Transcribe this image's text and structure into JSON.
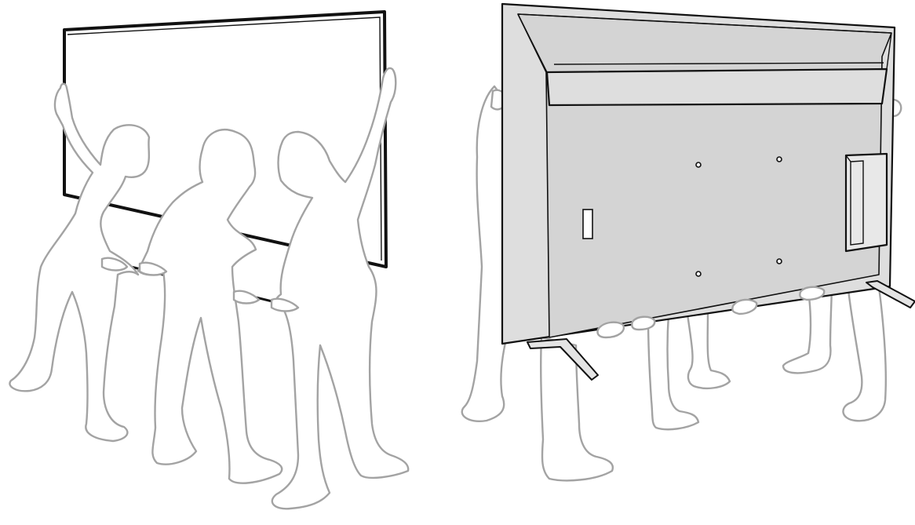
{
  "illustrations": [
    {
      "id": "front",
      "subject": "tv-front-carried-by-three-people"
    },
    {
      "id": "back",
      "subject": "tv-back-carried-by-people"
    }
  ],
  "colors": {
    "outline": "#111111",
    "silhouette": "#a3a3a3",
    "tv_back": "#dedede",
    "background": "#ffffff"
  }
}
